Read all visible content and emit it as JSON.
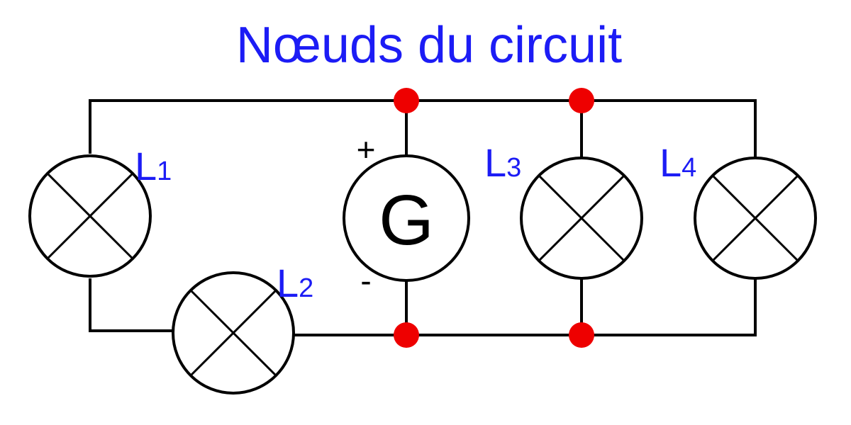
{
  "title": "Nœuds du circuit",
  "generator": {
    "letter": "G",
    "plus": "+",
    "minus": "-"
  },
  "lamps": [
    {
      "letter": "L",
      "index": "1"
    },
    {
      "letter": "L",
      "index": "2"
    },
    {
      "letter": "L",
      "index": "3"
    },
    {
      "letter": "L",
      "index": "4"
    }
  ],
  "colors": {
    "title": "#1c1cf5",
    "labels": "#1c1cf5",
    "node": "#ee0000",
    "wire": "#000000"
  },
  "icons": {
    "lamp": "lamp-crossed-circle-icon",
    "generator": "generator-circle-icon",
    "node": "node-dot-icon"
  }
}
